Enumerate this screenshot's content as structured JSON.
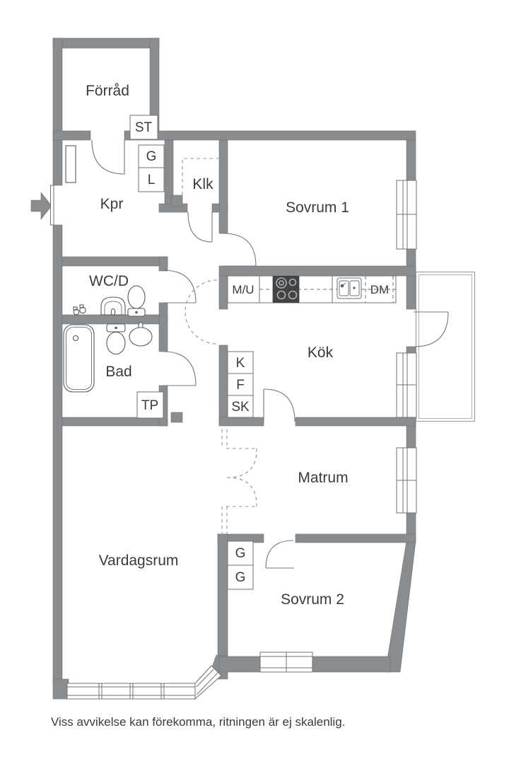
{
  "rooms": {
    "forrad": "Förråd",
    "kpr": "Kpr",
    "klk": "Klk",
    "sovrum1": "Sovrum 1",
    "wcd": "WC/D",
    "bad": "Bad",
    "kok": "Kök",
    "matrum": "Matrum",
    "vardagsrum": "Vardagsrum",
    "sovrum2": "Sovrum 2"
  },
  "closets": {
    "st": "ST",
    "g_hall": "G",
    "l_hall": "L",
    "k": "K",
    "f": "F",
    "sk": "SK",
    "tp": "TP",
    "g_sov2_top": "G",
    "g_sov2_bottom": "G"
  },
  "kitchen": {
    "micro": "M/U",
    "dishwasher": "DM"
  },
  "footer": {
    "disclaimer": "Viss avvikelse kan förekomma, ritningen är ej skalenlig."
  },
  "colors": {
    "wall": "#8a8d90",
    "wall_outline": "#6e7174",
    "fixture_line": "#55595c",
    "door_line": "#74787b",
    "dashed_line": "#8e9194",
    "window_line": "#6e7276",
    "balcony_line": "#9ba0a3",
    "text": "#3b3b3a",
    "stove": "#414345",
    "burner_ring": "#aeb1b3"
  },
  "fixtures": [
    "bathtub",
    "toilet",
    "washbasin",
    "taps",
    "stove",
    "kitchen-sink",
    "dishwasher",
    "balcony",
    "entrance-arrow",
    "window",
    "wardrobe-box"
  ]
}
